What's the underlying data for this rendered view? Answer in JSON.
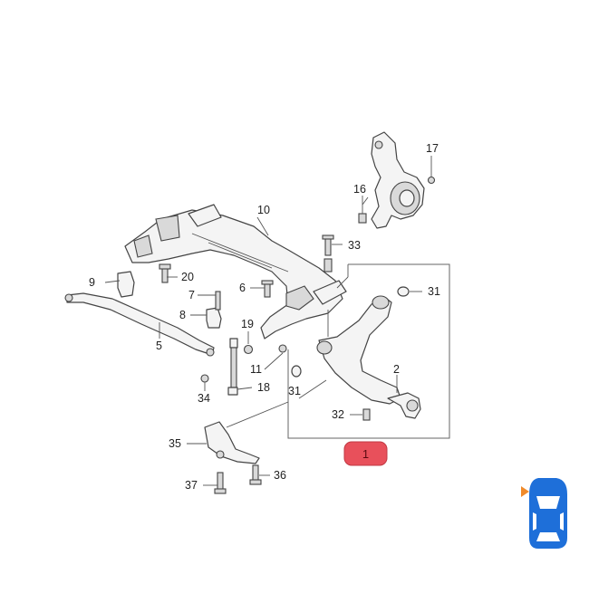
{
  "labels": {
    "l1": "1",
    "l2": "2",
    "l5": "5",
    "l6": "6",
    "l7": "7",
    "l8": "8",
    "l9": "9",
    "l10": "10",
    "l11": "11",
    "l16": "16",
    "l17": "17",
    "l18": "18",
    "l19": "19",
    "l20": "20",
    "l31a": "31",
    "l31b": "31",
    "l32": "32",
    "l33": "33",
    "l34": "34",
    "l35": "35",
    "l36": "36",
    "l37": "37"
  },
  "colors": {
    "highlight_badge": "#e8505b",
    "car_icon": "#1e6fd9",
    "direction_arrow": "#f08a2a"
  },
  "icons": {
    "car": "car-top-view-icon",
    "arrow": "direction-arrow-icon"
  }
}
